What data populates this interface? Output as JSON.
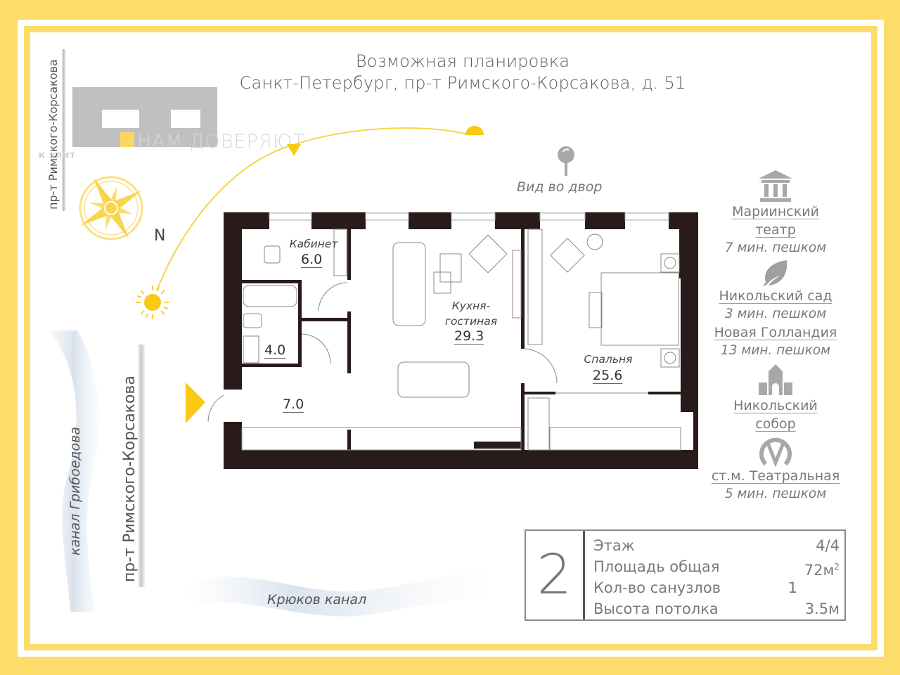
{
  "header": {
    "line1": "Возможная планировка",
    "line2": "Санкт-Петербург, пр-т Римского-Корсакова, д. 51"
  },
  "brand": {
    "watermark": "НАМ ДОВЕРЯЮТ",
    "sub": "К ЭЛИТ",
    "accent_color": "#fdd35a",
    "frame_color": "#fddd6a",
    "wall_color": "#2a1b1b"
  },
  "map": {
    "street_top": "пр-т Римского-Корсакова",
    "street_main": "пр-т Римского-Корсакова",
    "canal_griboedova": "канал Грибоедова",
    "canal_kryukov": "Крюков канал",
    "north_label": "N",
    "view_label": "Вид во двор",
    "icons": [
      "compass-rose-icon",
      "sun-icon",
      "sun-path-arc",
      "sunset-icon",
      "entrance-arrow-icon",
      "map-pin-icon"
    ]
  },
  "rooms": [
    {
      "name": "Кабинет",
      "area": "6.0"
    },
    {
      "name": "",
      "area": "4.0"
    },
    {
      "name": "",
      "area": "7.0"
    },
    {
      "name": "Кухня-\nгостиная",
      "name_l1": "Кухня-",
      "name_l2": "гостиная",
      "area": "29.3"
    },
    {
      "name": "Спальня",
      "area": "25.6"
    }
  ],
  "landmarks": [
    {
      "icon": "theater-icon",
      "name_l1": "Мариинский",
      "name_l2": "театр",
      "walk": "7 мин. пешком"
    },
    {
      "icon": "leaf-icon",
      "name_l1": "Никольский сад",
      "walk": "3 мин. пешком"
    },
    {
      "icon": "",
      "name_l1": "Новая Голландия",
      "walk": "13 мин. пешком"
    },
    {
      "icon": "cathedral-icon",
      "name_l1": "Никольский",
      "name_l2": "собор",
      "walk": ""
    },
    {
      "icon": "metro-icon",
      "name_l1": "ст.м. Театральная",
      "walk": "5 мин. пешком"
    }
  ],
  "specs": {
    "rooms_count": "2",
    "rows": [
      {
        "label": "Этаж",
        "value": "4/4",
        "sup": ""
      },
      {
        "label": "Площадь общая",
        "value": "72м",
        "sup": "2"
      },
      {
        "label": "Кол-во санузлов",
        "value": "1",
        "sup": ""
      },
      {
        "label": "Высота потолка",
        "value": "3.5м",
        "sup": ""
      }
    ]
  }
}
